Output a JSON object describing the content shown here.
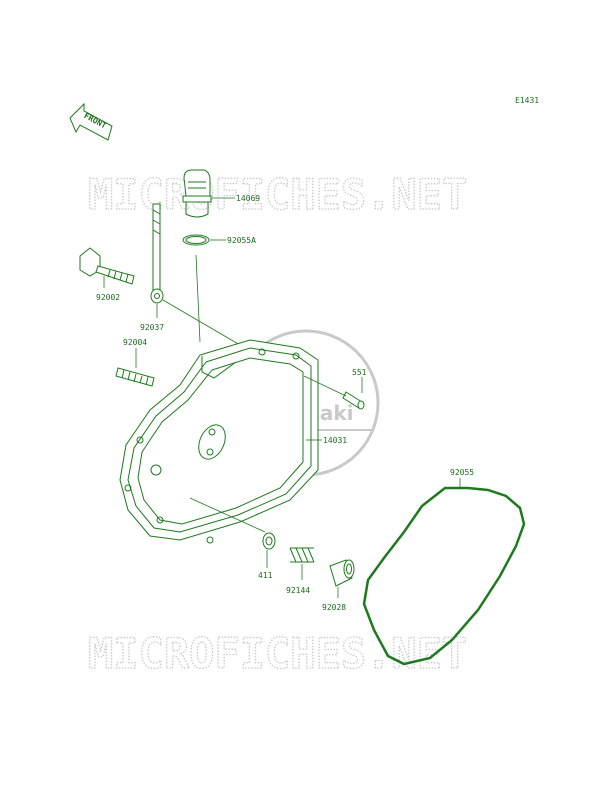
{
  "diagram_code": "E1431",
  "front_label": "FRONT",
  "watermark": "MICROFICHES.NET",
  "logo_text": "Kawasaki",
  "colors": {
    "line": "#1e7a1e",
    "watermark": "#c9c9c9",
    "background": "#ffffff"
  },
  "parts": [
    {
      "number": "14069",
      "name": "oil-filler-cap"
    },
    {
      "number": "92055A",
      "name": "o-ring"
    },
    {
      "number": "92002",
      "name": "bolt"
    },
    {
      "number": "92037",
      "name": "dipstick-clamp"
    },
    {
      "number": "92004",
      "name": "stud"
    },
    {
      "number": "551",
      "name": "dowel-pin"
    },
    {
      "number": "14031",
      "name": "engine-cover"
    },
    {
      "number": "92055",
      "name": "cover-gasket"
    },
    {
      "number": "411",
      "name": "seal"
    },
    {
      "number": "92144",
      "name": "spring"
    },
    {
      "number": "92028",
      "name": "collar"
    }
  ]
}
